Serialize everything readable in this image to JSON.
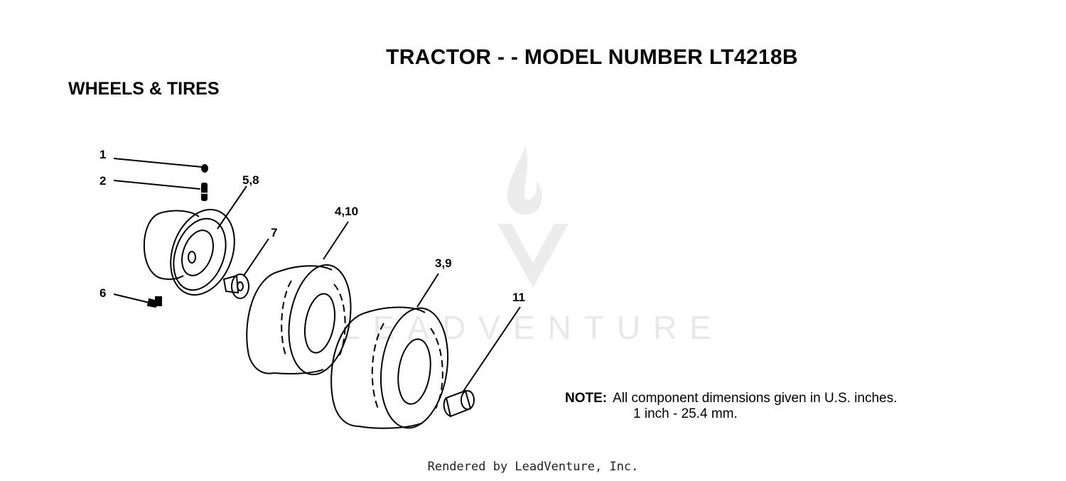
{
  "header": {
    "title": "TRACTOR - - MODEL NUMBER LT4218B",
    "subtitle": "WHEELS & TIRES"
  },
  "callouts": [
    "1",
    "2",
    "5,8",
    "4,10",
    "7",
    "3,9",
    "6",
    "11"
  ],
  "parts": [
    {
      "name": "valve-cap-icon"
    },
    {
      "name": "valve-stem-icon"
    },
    {
      "name": "wheel-rim-icon"
    },
    {
      "name": "front-tire-icon"
    },
    {
      "name": "bushing-washer-icon"
    },
    {
      "name": "rear-tire-icon"
    },
    {
      "name": "screw-icon"
    },
    {
      "name": "bearing-icon"
    }
  ],
  "note": {
    "label": "NOTE:",
    "line1": "All component dimensions given in U.S. inches.",
    "line2": "1 inch - 25.4 mm."
  },
  "watermark": {
    "text": "LEADVENTURE",
    "color": "#e8e8e8"
  },
  "footer": "Rendered by LeadVenture, Inc."
}
